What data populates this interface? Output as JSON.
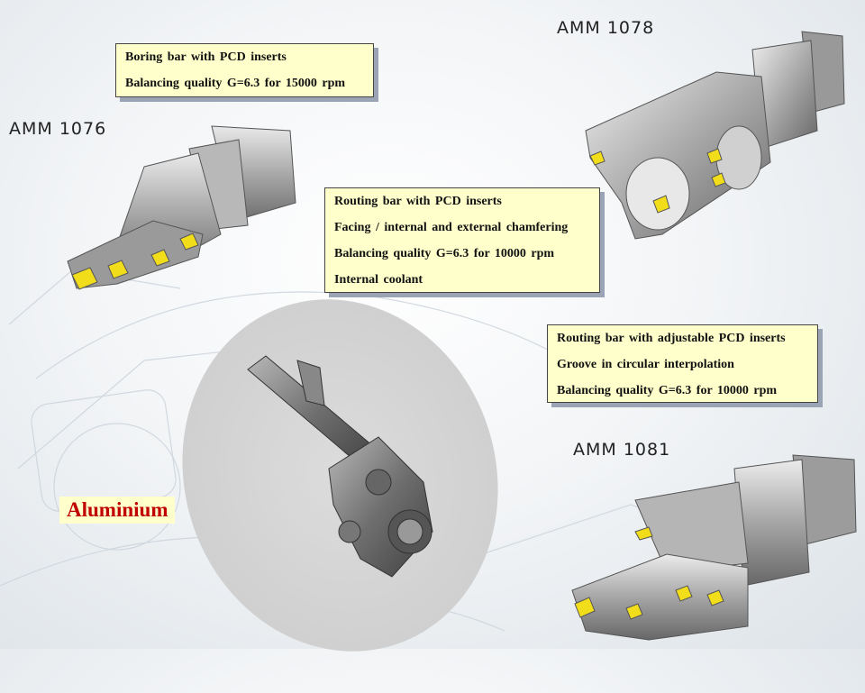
{
  "tools": [
    {
      "code": "AMM 1076",
      "lines": [
        "Boring bar with PCD inserts",
        "Balancing quality G=6.3 for 15000 rpm"
      ]
    },
    {
      "code": "AMM 1078",
      "lines": [
        "Routing bar with PCD inserts",
        "Facing / internal and external chamfering",
        "Balancing quality G=6.3 for 10000 rpm",
        "Internal coolant"
      ]
    },
    {
      "code": "AMM 1081",
      "lines": [
        "Routing bar with adjustable PCD inserts",
        "Groove in circular interpolation",
        "Balancing quality G=6.3 for 10000 rpm"
      ]
    }
  ],
  "material": "Aluminium",
  "colors": {
    "note_bg": "#ffffcc",
    "material_text": "#c00000",
    "insert": "#f2dd1a"
  }
}
